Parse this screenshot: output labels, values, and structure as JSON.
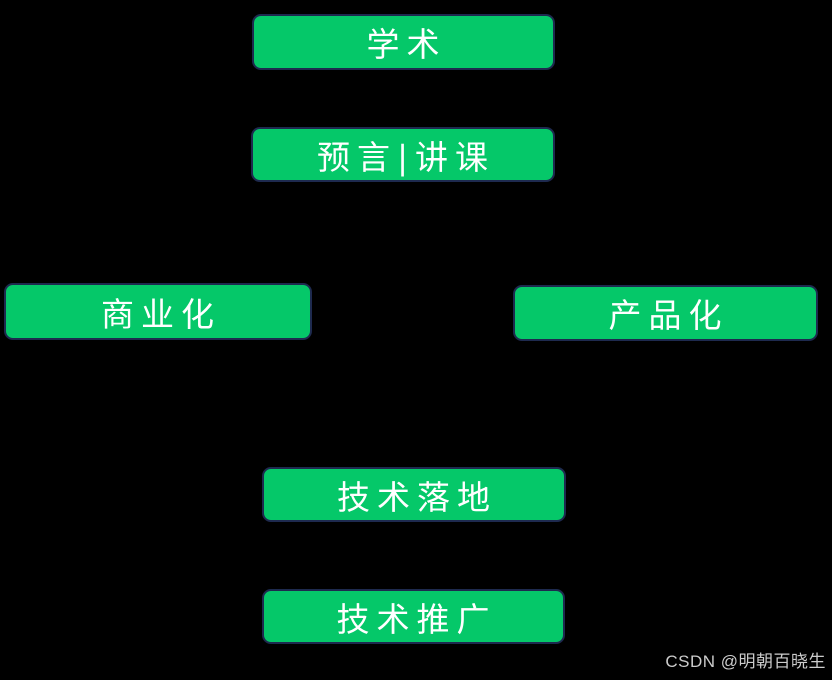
{
  "canvas": {
    "background": "#000000"
  },
  "diagram": {
    "node_fill": "#05c869",
    "node_border": "#1e2a4f",
    "node_text_color": "#ffffff",
    "nodes": {
      "academic": {
        "label": "学术"
      },
      "lecture": {
        "label": "预言|讲课"
      },
      "commercialization": {
        "label": "商业化"
      },
      "productization": {
        "label": "产品化"
      },
      "tech_landing": {
        "label": "技术落地"
      },
      "tech_promotion": {
        "label": "技术推广"
      }
    }
  },
  "watermark": {
    "text": "CSDN @明朝百晓生",
    "color": "#cccccc"
  }
}
